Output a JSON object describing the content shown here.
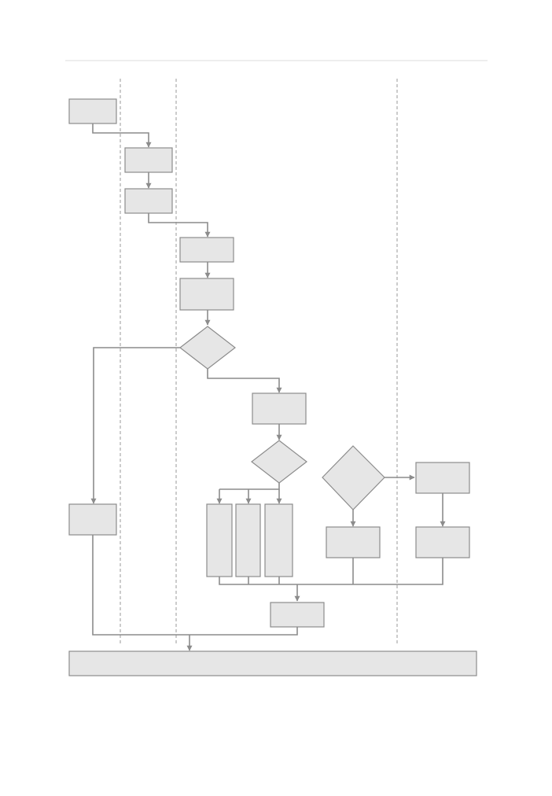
{
  "diagram": {
    "type": "flowchart",
    "text_labels": [],
    "colors": {
      "node_fill": "#e6e6e6",
      "node_stroke": "#8c8c8c",
      "connector": "#8c8c8c",
      "lane_divider": "#9a9a9a"
    },
    "node_count": 18,
    "decision_count": 3,
    "lane_count": 4
  }
}
